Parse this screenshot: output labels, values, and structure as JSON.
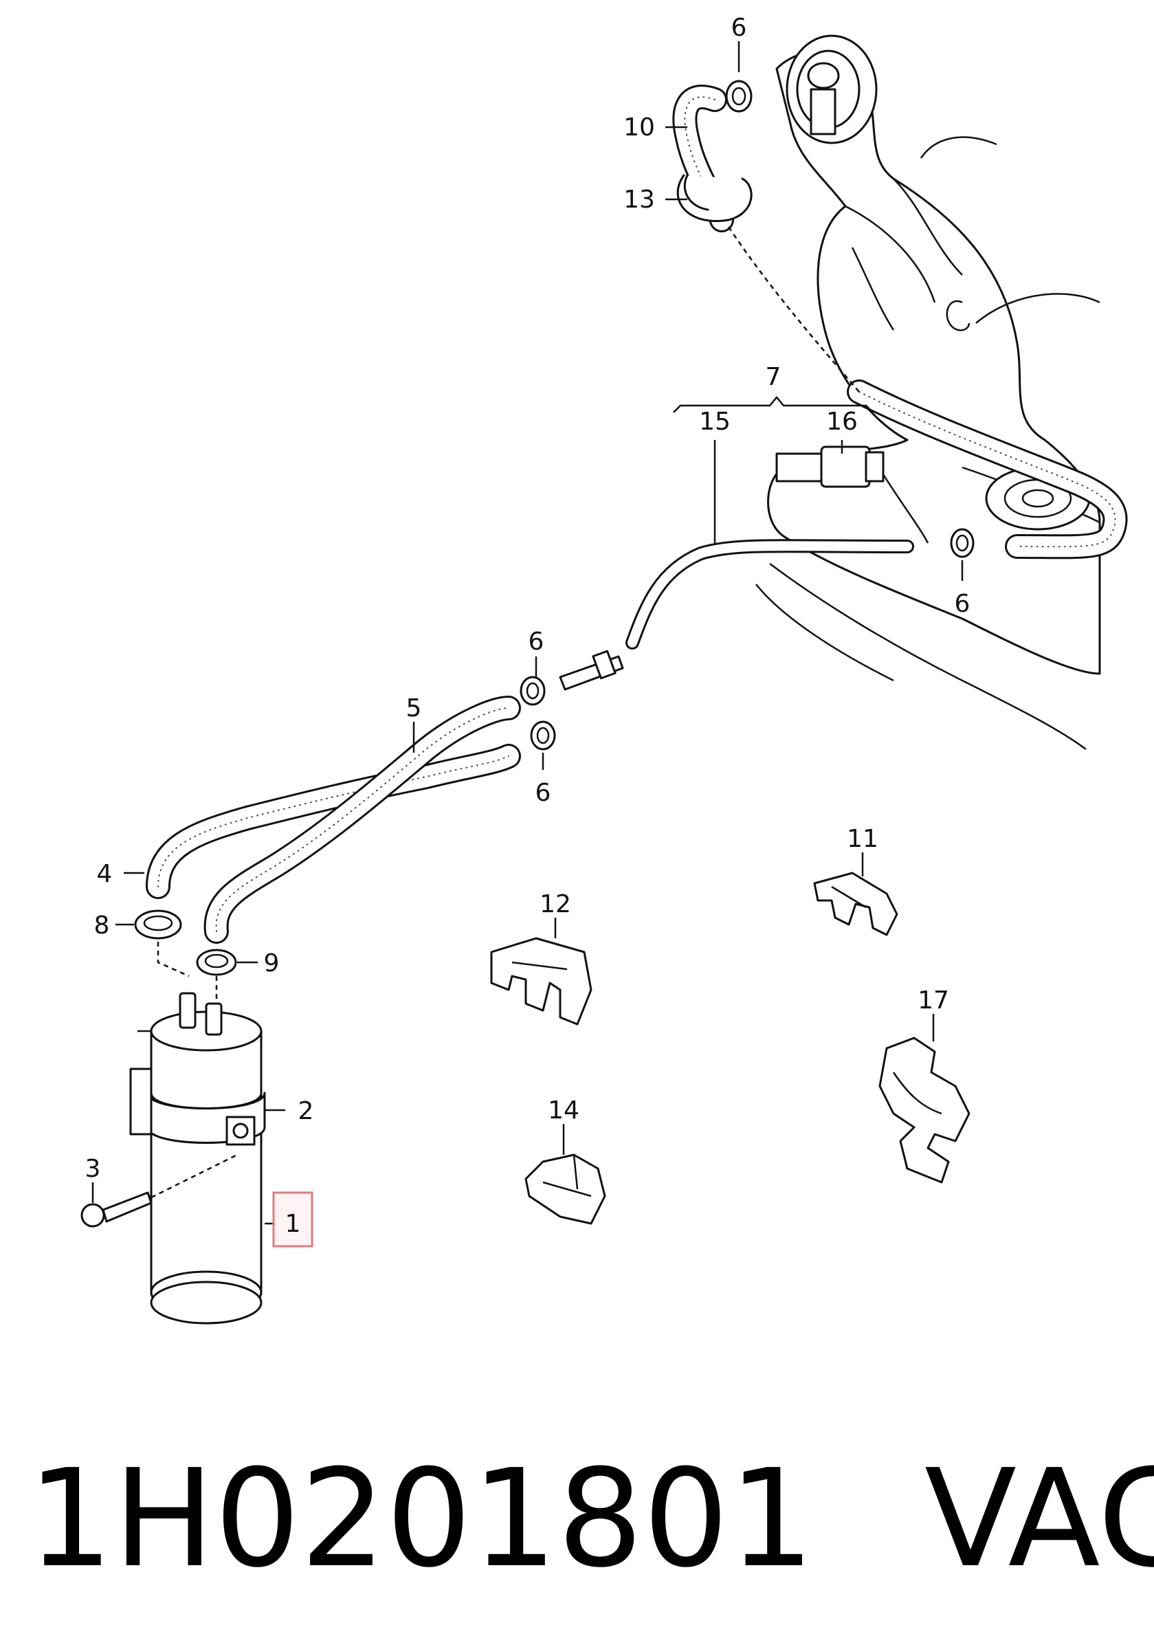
{
  "labels": {
    "l1": "1",
    "l2": "2",
    "l3": "3",
    "l4": "4",
    "l5": "5",
    "l6a": "6",
    "l6b": "6",
    "l6c": "6",
    "l6d": "6",
    "l7": "7",
    "l8": "8",
    "l9": "9",
    "l10": "10",
    "l11": "11",
    "l12": "12",
    "l13": "13",
    "l14": "14",
    "l15": "15",
    "l16": "16",
    "l17": "17"
  },
  "footer": {
    "part_number": "1H0201801",
    "brand": "VAG"
  },
  "highlight": {
    "label": "1",
    "color": "#e07a80"
  }
}
